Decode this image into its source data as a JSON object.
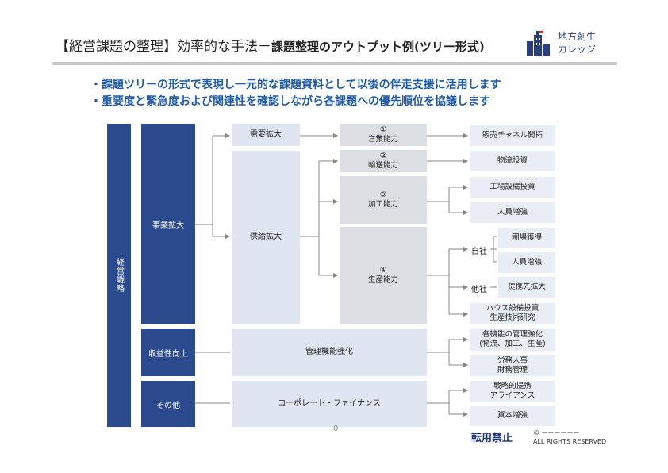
{
  "header": {
    "title_prefix": "【経営課題の整理】効率的な手法－",
    "title_bold": "課題整理のアウトプット例(ツリー形式)",
    "logo_line1": "地方創生",
    "logo_line2": "カレッジ"
  },
  "bullets": [
    "・課題ツリーの形式で表現し一元的な課題資料として以後の伴走支援に活用します",
    "・重要度と緊急度および関連性を確認しながら各課題への優先順位を協議します"
  ],
  "tree": {
    "root": "経営戦略",
    "level1": {
      "business_expansion": "事業拡大",
      "profit_improvement": "収益性向上",
      "other": "その他"
    },
    "level2": {
      "demand_expansion": "需要拡大",
      "supply_expansion": "供給拡大",
      "management_strengthening": "管理機能強化",
      "corporate_finance": "コーポレート・ファイナンス"
    },
    "level3": [
      {
        "num": "①",
        "label": "営業能力"
      },
      {
        "num": "②",
        "label": "輸送能力"
      },
      {
        "num": "③",
        "label": "加工能力"
      },
      {
        "num": "④",
        "label": "生産能力"
      }
    ],
    "sub_labels": {
      "own": "自社",
      "partner": "他社"
    },
    "leaves": {
      "sales_channel": "販売チャネル開拓",
      "logistics_investment": "物流投資",
      "factory_investment": "工場設備投資",
      "staff_increase_1": "人員増強",
      "field_acquisition": "圃場獲得",
      "staff_increase_2": "人員増強",
      "partner_expansion": "提携先拡大",
      "house_equipment_1": "ハウス設備投資",
      "house_equipment_2": "生産技術研究",
      "mgmt_strength_1": "各機能の管理強化",
      "mgmt_strength_2": "(物流、加工、生産)",
      "hr_1": "労務人事",
      "hr_2": "財務管理",
      "alliance_1": "戦略的提携",
      "alliance_2": "アライアンス",
      "capital_increase": "資本増強"
    }
  },
  "footer": {
    "no_reproduction": "転用禁止",
    "copyright_line1": "© ーーーーーー",
    "copyright_line2": "ALL RIGHTS RESERVED",
    "page_number": "0"
  },
  "colors": {
    "dark_box": "#2b4b8e",
    "mid_box": "#dfe6f2",
    "gray_box": "#dcdee3",
    "bullet_text": "#1f5aa6"
  }
}
